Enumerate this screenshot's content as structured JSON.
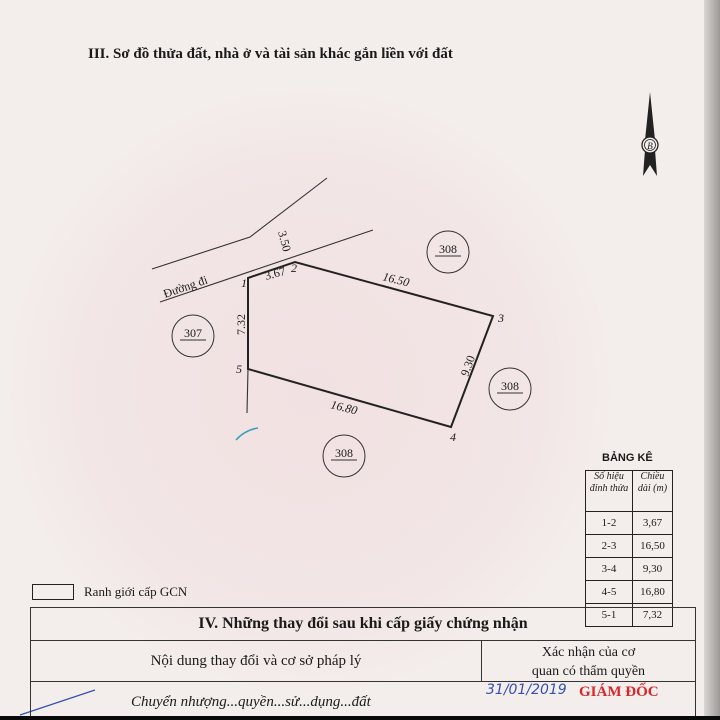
{
  "section3_title": "III. Sơ đồ thửa đất, nhà ở và tài sản khác gắn liền với đất",
  "diagram": {
    "road_label": "Đường đi",
    "road_width": "3.50",
    "vertices": [
      "1",
      "2",
      "3",
      "4",
      "5"
    ],
    "edges": [
      "3.67",
      "16.50",
      "9.30",
      "16.80",
      "7.32"
    ],
    "neighbors": [
      "308",
      "307",
      "308",
      "308"
    ],
    "north_arrow_letter": "B"
  },
  "bang_ke": {
    "title": "BẢNG KÊ",
    "headers": [
      "Số hiệu đỉnh thửa",
      "Chiều dài (m)"
    ],
    "rows": [
      [
        "1-2",
        "3,67"
      ],
      [
        "2-3",
        "16,50"
      ],
      [
        "3-4",
        "9,30"
      ],
      [
        "4-5",
        "16,80"
      ],
      [
        "5-1",
        "7,32"
      ]
    ]
  },
  "legend_label": "Ranh giới cấp GCN",
  "section4": {
    "title": "IV. Những thay đổi sau khi cấp giấy chứng nhận",
    "col1": "Nội dung thay đổi và cơ sở pháp lý",
    "col2_line1": "Xác nhận của cơ",
    "col2_line2": "quan có thẩm quyền",
    "entry_text": "Chuyển nhượng...quyền...sử...dụng...đất",
    "entry_date": "31/01/2019",
    "stamp_title": "GIÁM ĐỐC"
  },
  "colors": {
    "ink": "#1a1a1a",
    "stamp_red": "#d9252a",
    "pen_blue": "#3550b0"
  }
}
